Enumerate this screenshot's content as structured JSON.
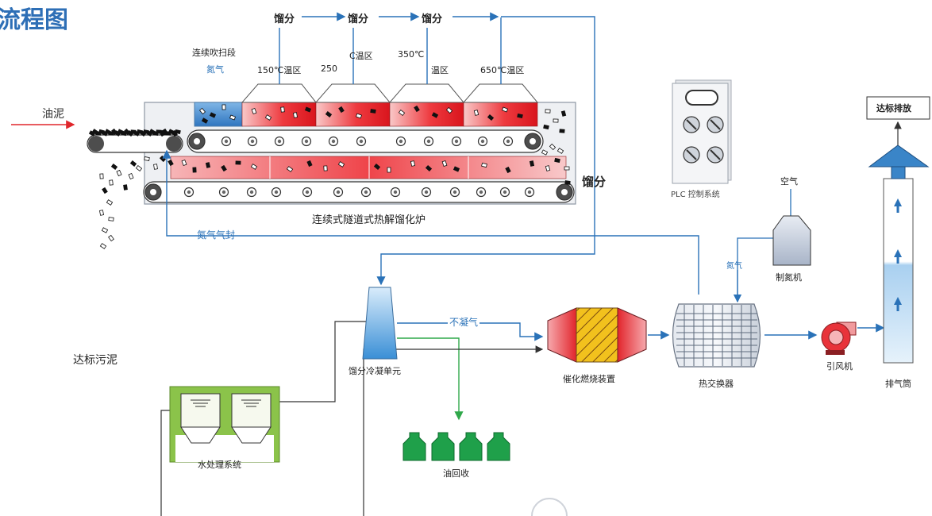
{
  "title": "流程图",
  "labels": {
    "sludge_in": "油泥",
    "fraction": "馏分",
    "purge_section": "连续吹扫段",
    "nitrogen": "氮气",
    "zone_150": "150℃温区",
    "zone_250": "250",
    "zone_c": "C温区",
    "zone_350": "350℃",
    "zone_wq": "温区",
    "zone_650": "650℃温区",
    "furnace": "连续式隧道式热解馏化炉",
    "n2_seal": "氮气气封",
    "plc": "PLC 控制系统",
    "air": "空气",
    "n2_gen": "制氮机",
    "n2_gas": "氮气",
    "stack_top": "达标排放",
    "noncond": "不凝气",
    "condenser": "馏分冷凝单元",
    "catalytic": "催化燃烧装置",
    "heat_ex": "热交换器",
    "fan": "引风机",
    "stack": "排气筒",
    "sludge_out": "达标污泥",
    "water_sys": "水处理系统",
    "oil_rec": "油回收"
  },
  "colors": {
    "title": "#2e6fb6",
    "flow_blue": "#2a72b8",
    "flow_green": "#2fa84a",
    "flow_red": "#e0262b",
    "heat_red": "#e8232a",
    "water_green": "#8bc34a",
    "oil_green": "#1fa04a",
    "stack_blue": "#3a85c8"
  },
  "icons": [
    "gear-icon",
    "roller-icon",
    "cyclone-fan-icon",
    "oil-bottle-icon"
  ]
}
